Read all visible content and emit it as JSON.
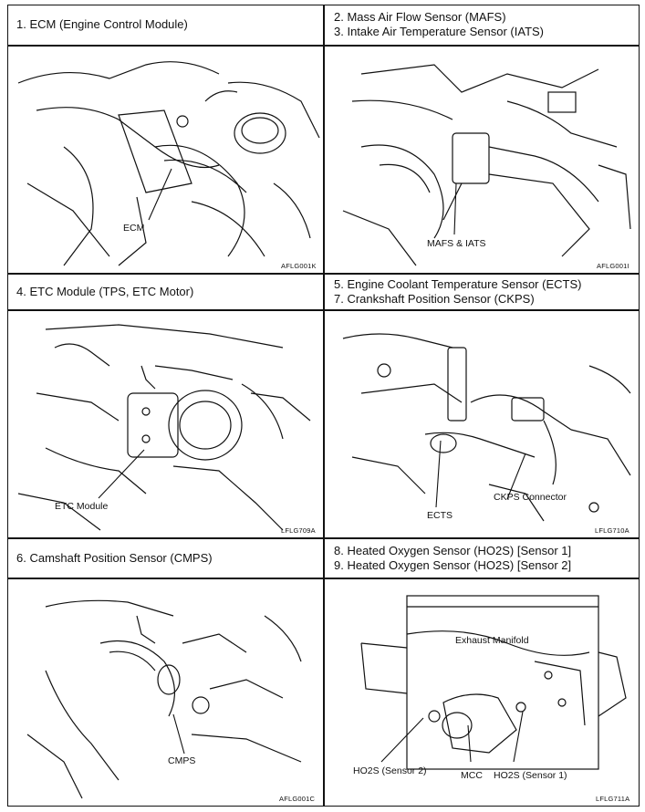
{
  "cells": [
    {
      "id": "ecm",
      "headings": [
        "1.  ECM (Engine Control Module)"
      ],
      "labels": [
        "ECM"
      ],
      "code": "AFLG001K"
    },
    {
      "id": "mafs",
      "headings": [
        "2.  Mass Air Flow Sensor (MAFS)",
        "3.  Intake Air Temperature Sensor (IATS)"
      ],
      "labels": [
        "MAFS & IATS"
      ],
      "code": "AFLG001I"
    },
    {
      "id": "etc",
      "headings": [
        "4.  ETC Module (TPS, ETC Motor)"
      ],
      "labels": [
        "ETC Module"
      ],
      "code": "LFLG709A"
    },
    {
      "id": "ects",
      "headings": [
        "5.  Engine Coolant Temperature Sensor (ECTS)",
        "7.  Crankshaft Position Sensor (CKPS)"
      ],
      "labels": [
        "CKPS Connector",
        "ECTS"
      ],
      "code": "LFLG710A"
    },
    {
      "id": "cmps",
      "headings": [
        "6.  Camshaft Position Sensor (CMPS)"
      ],
      "labels": [
        "CMPS"
      ],
      "code": "AFLG001C"
    },
    {
      "id": "ho2s",
      "headings": [
        "8.  Heated Oxygen Sensor (HO2S) [Sensor 1]",
        "9.  Heated Oxygen Sensor (HO2S) [Sensor 2]"
      ],
      "labels": [
        "Exhaust Manifold",
        "HO2S (Sensor 2)",
        "MCC",
        "HO2S (Sensor 1)"
      ],
      "code": "LFLG711A"
    }
  ]
}
